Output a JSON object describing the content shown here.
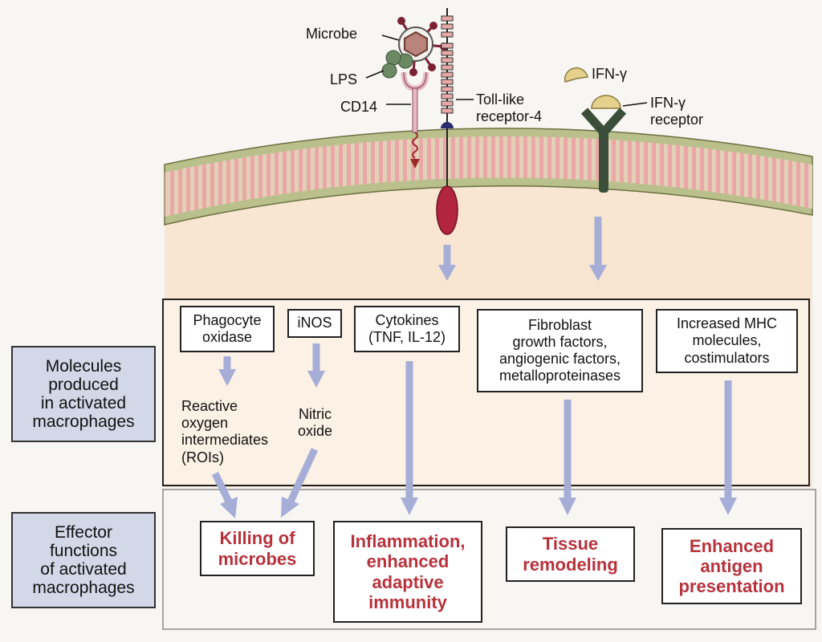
{
  "extracellular": {
    "microbe": "Microbe",
    "lps": "LPS",
    "cd14": "CD14",
    "tlr4": "Toll-like\nreceptor-4",
    "ifn_gamma": "IFN-γ",
    "ifn_receptor": "IFN-γ\nreceptor"
  },
  "side_labels": {
    "molecules": "Molecules\nproduced\nin activated\nmacrophages",
    "effector": "Effector\nfunctions\nof activated\nmacrophages"
  },
  "molecules": {
    "phagocyte_oxidase": "Phagocyte\noxidase",
    "inos": "iNOS",
    "cytokines": "Cytokines\n(TNF, IL-12)",
    "fibroblast": "Fibroblast\ngrowth factors,\nangiogenic factors,\nmetalloproteinases",
    "mhc": "Increased MHC\nmolecules,\ncostimulators",
    "roi": "Reactive\noxygen\nintermediates\n(ROIs)",
    "nitric_oxide": "Nitric\noxide"
  },
  "effects": {
    "killing": "Killing of\nmicrobes",
    "inflammation": "Inflammation,\nenhanced\nadaptive\nimmunity",
    "tissue": "Tissue\nremodeling",
    "antigen": "Enhanced\nantigen\npresentation"
  },
  "colors": {
    "membrane_outer": "#b9c08c",
    "membrane_inner": "#e2d1b7",
    "membrane_stripes": "#eaa7a7",
    "cytoplasm": "#f8e6d2",
    "arrow": "#a6add6",
    "effect_text": "#b8323c",
    "receptor": "#3b4e3a",
    "ifn": "#e6d08d",
    "tlr_pink": "#e7a7a7",
    "signal_red": "#b3243e"
  }
}
